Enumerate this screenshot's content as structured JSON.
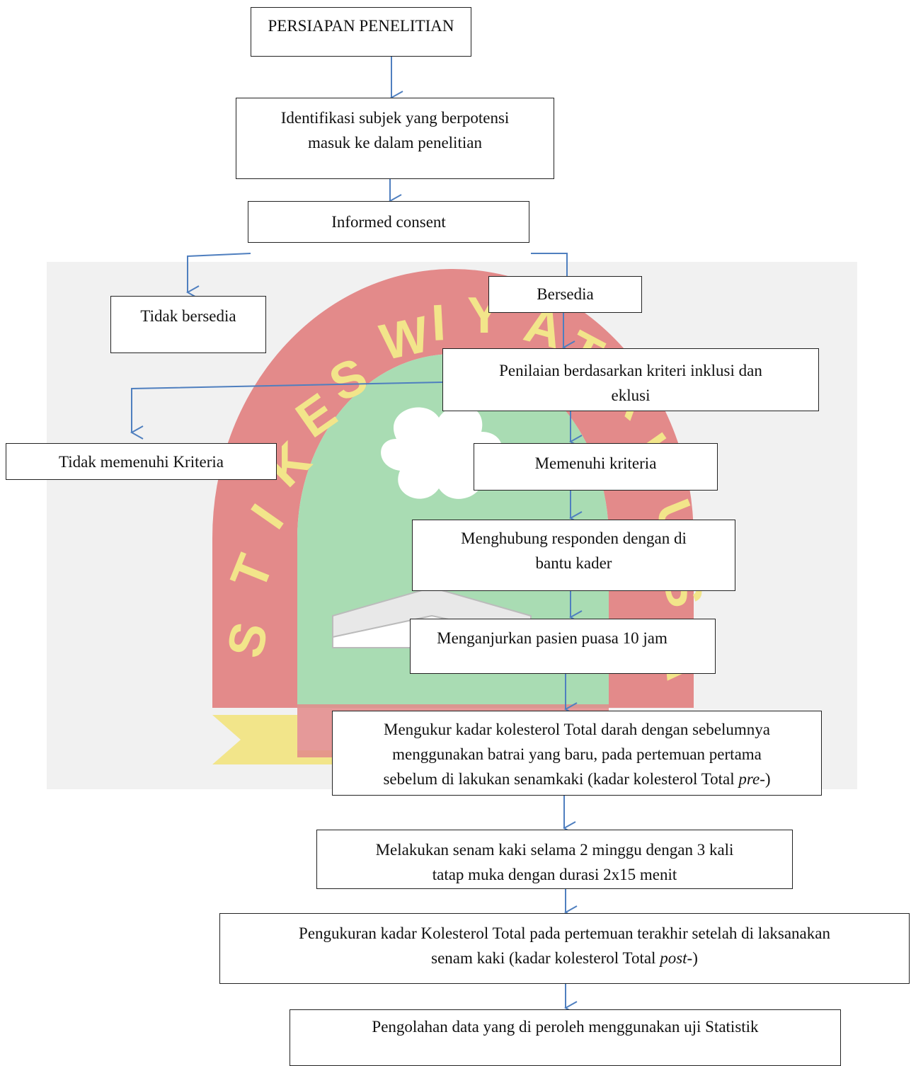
{
  "watermark": {
    "text": "STIKES WIYATA HUSADA",
    "colors": {
      "band": "#e38a8a",
      "green": "#a9dcb3",
      "yellow": "#f2e58a",
      "gray": "#e6e6e6"
    }
  },
  "connector_color": "#4f7fbf",
  "steps": {
    "s1": {
      "lines": [
        "PERSIAPAN PENELITIAN"
      ]
    },
    "s2": {
      "lines": [
        "Identifikasi subjek yang berpotensi",
        "masuk ke dalam penelitian"
      ]
    },
    "s3": {
      "lines": [
        "Informed consent"
      ]
    },
    "s4": {
      "lines": [
        "Tidak bersedia"
      ]
    },
    "s5": {
      "lines": [
        "Bersedia"
      ]
    },
    "s6": {
      "lines": [
        "Penilaian berdasarkan kriteri inklusi dan",
        "eklusi"
      ]
    },
    "s7": {
      "lines": [
        "Tidak memenuhi Kriteria"
      ]
    },
    "s8": {
      "lines": [
        "Memenuhi kriteria"
      ]
    },
    "s9": {
      "lines": [
        "Menghubung responden dengan di",
        "bantu kader"
      ]
    },
    "s10": {
      "lines": [
        "Menganjurkan pasien puasa 10 jam"
      ]
    },
    "s11": {
      "lines": [
        "Mengukur kadar kolesterol Total darah dengan sebelumnya",
        "menggunakan batrai yang baru,  pada pertemuan pertama"
      ],
      "last_line": {
        "before": "sebelum di lakukan senamkaki (kadar kolesterol Total ",
        "italic": "pre",
        "after": "-)"
      }
    },
    "s12": {
      "lines": [
        "Melakukan senam kaki selama 2 minggu dengan 3 kali",
        "tatap muka dengan durasi 2x15 menit"
      ]
    },
    "s13": {
      "lines": [
        "Pengukuran kadar Kolesterol Total pada pertemuan terakhir setelah di laksanakan"
      ],
      "last_line": {
        "before": "senam kaki (kadar kolesterol Total ",
        "italic": "post",
        "after": "-)"
      }
    },
    "s14": {
      "lines": [
        "Pengolahan data yang di peroleh menggunakan uji Statistik"
      ]
    }
  }
}
